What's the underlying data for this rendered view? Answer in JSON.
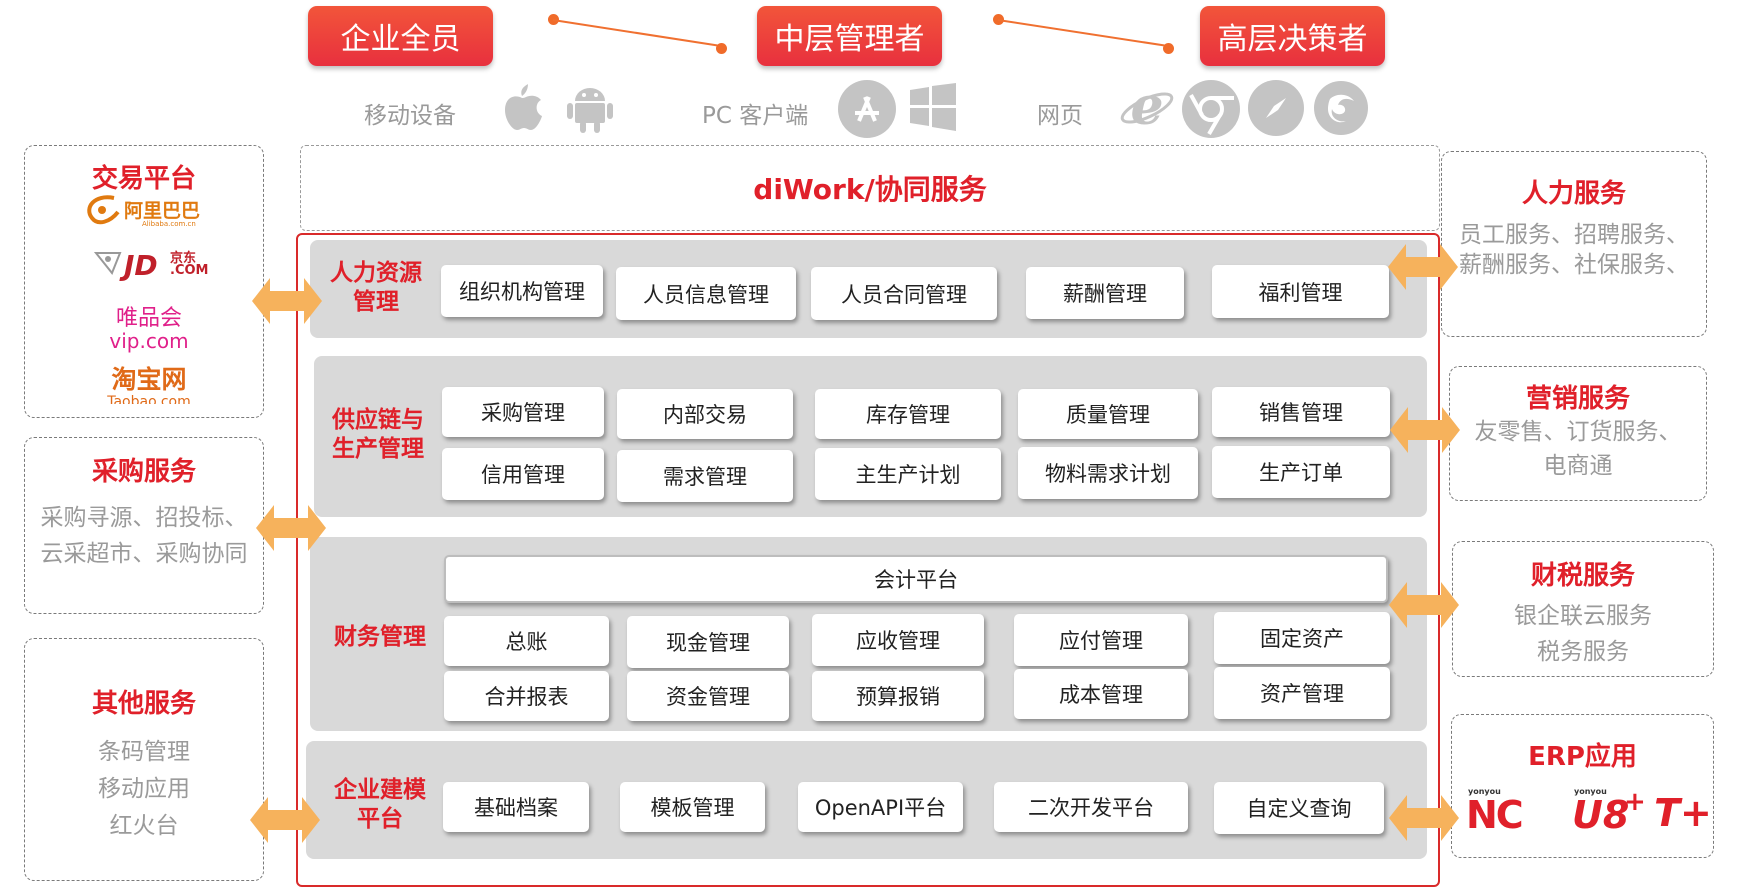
{
  "roles": [
    "企业全员",
    "中层管理者",
    "高层决策者"
  ],
  "clients": [
    {
      "label": "移动设备",
      "icons": [
        "apple-icon",
        "android-icon"
      ]
    },
    {
      "label": "PC 客户端",
      "icons": [
        "app-store-icon",
        "windows-icon"
      ]
    },
    {
      "label": "网页",
      "icons": [
        "ie-icon",
        "chrome-icon",
        "safari-icon",
        "firefox-icon"
      ]
    }
  ],
  "center_title": "diWork/协同服务",
  "modules": [
    {
      "title": "人力资源\n管理",
      "rows": [
        [
          "组织机构管理",
          "人员信息管理",
          "人员合同管理",
          "薪酬管理",
          "福利管理"
        ]
      ]
    },
    {
      "title": "供应链与\n生产管理",
      "rows": [
        [
          "采购管理",
          "内部交易",
          "库存管理",
          "质量管理",
          "销售管理"
        ],
        [
          "信用管理",
          "需求管理",
          "主生产计划",
          "物料需求计划",
          "生产订单"
        ]
      ]
    },
    {
      "title": "财务管理",
      "header": "会计平台",
      "rows": [
        [
          "总账",
          "现金管理",
          "应收管理",
          "应付管理",
          "固定资产"
        ],
        [
          "合并报表",
          "资金管理",
          "预算报销",
          "成本管理",
          "资产管理"
        ]
      ]
    },
    {
      "title": "企业建模\n平台",
      "rows": [
        [
          "基础档案",
          "模板管理",
          "OpenAPI平台",
          "二次开发平台",
          "自定义查询"
        ]
      ]
    }
  ],
  "left_panels": [
    {
      "title": "交易平台",
      "logos": [
        "阿里巴巴",
        "Alibaba.com.cn",
        "JD",
        "京东",
        ".COM",
        "唯品会",
        "vip.com",
        "淘宝网",
        "Taobao.com"
      ]
    },
    {
      "title": "采购服务",
      "lines": [
        "采购寻源、招投标、",
        "云采超市、采购协同"
      ]
    },
    {
      "title": "其他服务",
      "lines": [
        "条码管理",
        "移动应用",
        "红火台"
      ]
    }
  ],
  "right_panels": [
    {
      "title": "人力服务",
      "lines": [
        "员工服务、招聘服务、",
        "薪酬服务、社保服务、"
      ]
    },
    {
      "title": "营销服务",
      "lines": [
        "友零售、订货服务、",
        "电商通"
      ]
    },
    {
      "title": "财税服务",
      "lines": [
        "银企联云服务",
        "税务服务"
      ]
    },
    {
      "title": "ERP应用",
      "logos": [
        "yonyou",
        "NC",
        "yonyou",
        "U8",
        "+",
        "T+"
      ]
    }
  ],
  "colors": {
    "accent_red": "#e0202a",
    "role_orange": "#f2553a",
    "arrow_orange": "#f6b25c",
    "band_gray": "#d9d9d9",
    "muted_text": "#9a9a9a"
  }
}
